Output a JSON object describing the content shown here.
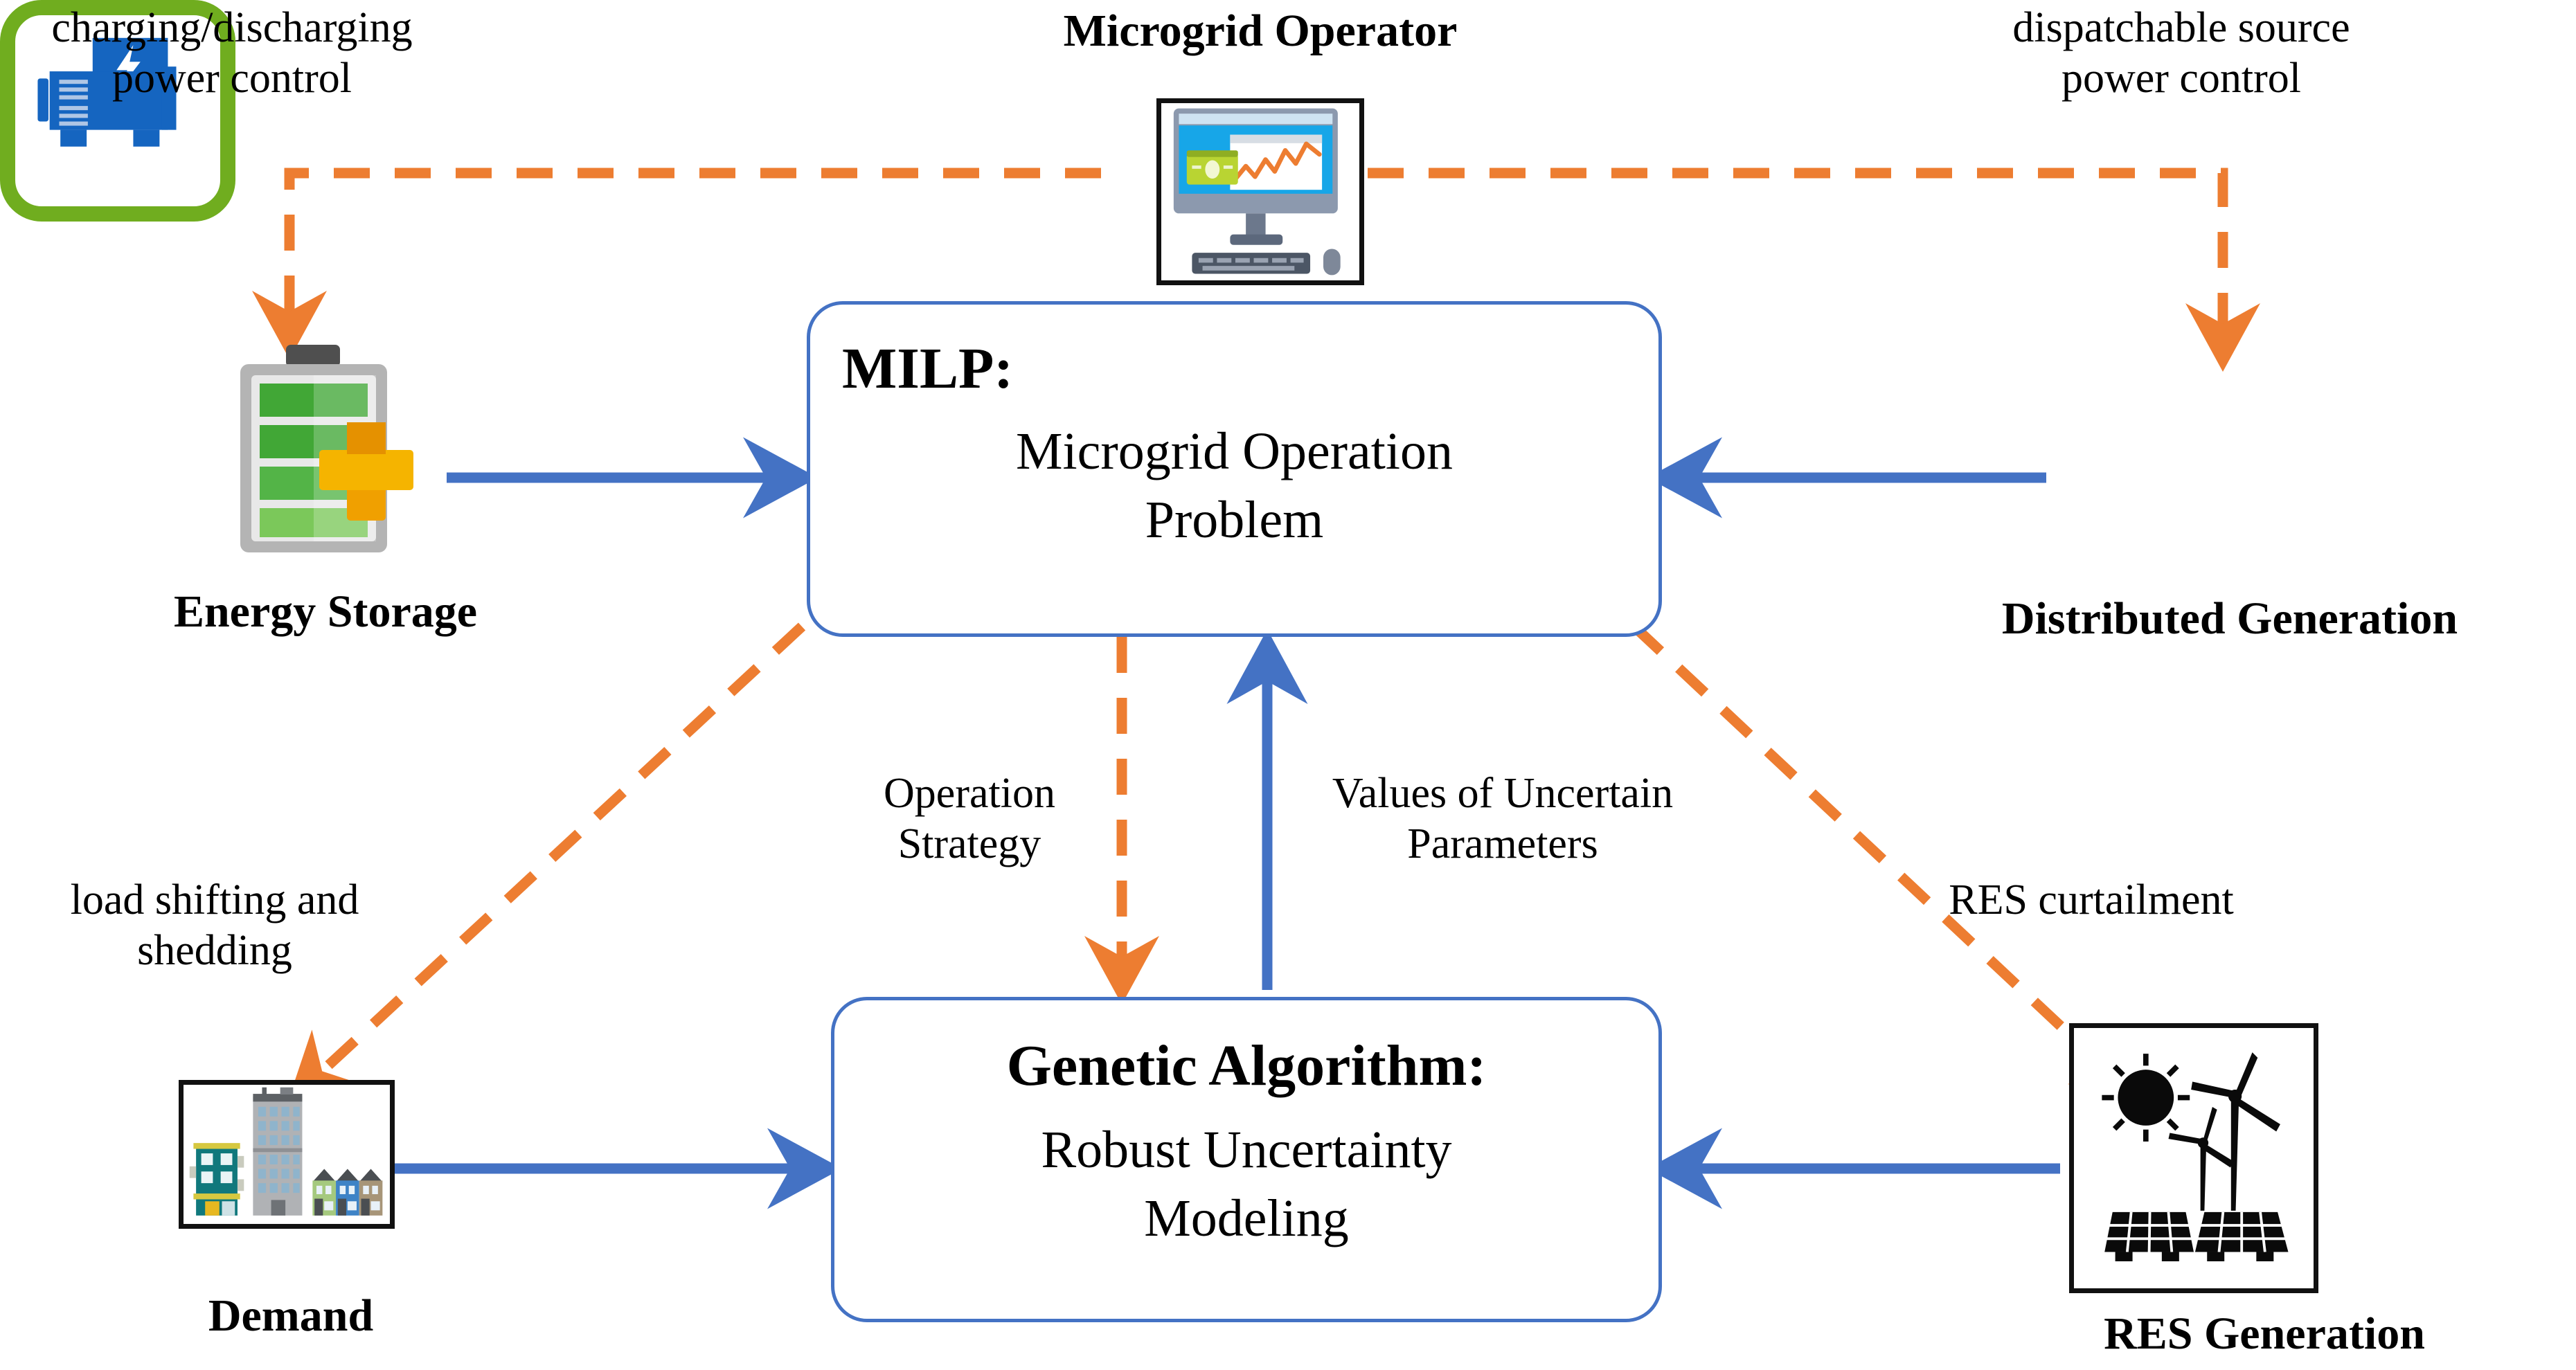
{
  "diagram": {
    "title": "Microgrid operation framework: MILP and Genetic Algorithm",
    "colors": {
      "control_flow": "#ED7D31",
      "power_flow": "#4472C4",
      "box_border": "#4472C4",
      "icon_frame": "#111111",
      "generator_frame_green": "#70AD1F",
      "generator_blue": "#1565C0",
      "battery_green": "#43A33C",
      "battery_plus_orange": "#F0A000"
    }
  },
  "nodes": {
    "operator": {
      "label": "Microgrid Operator",
      "icon": "monitor-chart-icon"
    },
    "energy_storage": {
      "label": "Energy Storage",
      "icon": "battery-icon"
    },
    "distributed_generation": {
      "label": "Distributed Generation",
      "icon": "generator-icon"
    },
    "demand": {
      "label": "Demand",
      "icon": "buildings-icon"
    },
    "res_generation": {
      "label": "RES Generation",
      "icon": "solar-wind-icon"
    },
    "milp": {
      "title": "MILP:",
      "subtitle": "Microgrid Operation\nProblem"
    },
    "genetic_algorithm": {
      "title": "Genetic Algorithm:",
      "subtitle": "Robust Uncertainty\nModeling"
    }
  },
  "edge_labels": {
    "charging_discharging": "charging/discharging\npower control",
    "dispatchable_source": "dispatchable source\npower control",
    "load_shifting": "load shifting and\nshedding",
    "res_curtailment": "RES curtailment",
    "operation_strategy": "Operation\nStrategy",
    "values_uncertain": "Values of Uncertain\nParameters"
  }
}
